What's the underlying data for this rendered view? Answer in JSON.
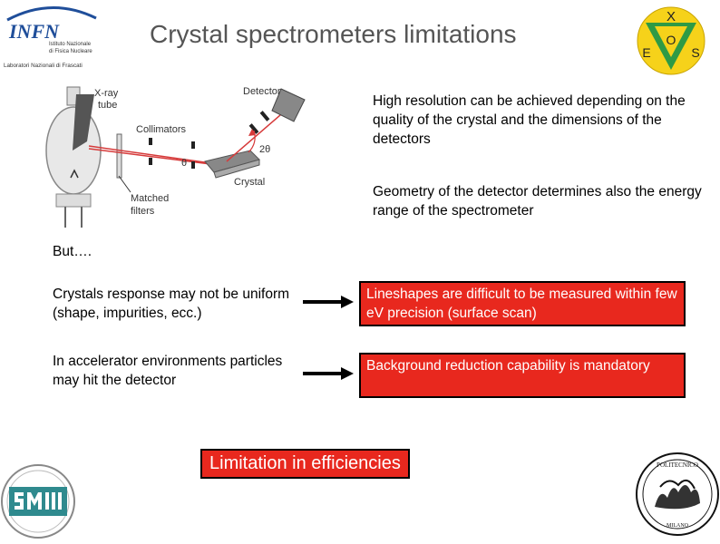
{
  "slide": {
    "title": "Crystal spectrometers limitations",
    "infn_logo": {
      "wordmark": "INFN",
      "line1": "Istituto Nazionale",
      "line2": "di Fisica Nucleare",
      "line3": "Laboratori Nazionali di Frascati"
    },
    "xeos_logo": {
      "x": "X",
      "e": "E",
      "o": "O",
      "s": "S"
    },
    "diagram": {
      "labels": {
        "xray_tube": "X-ray\ntube",
        "detector": "Detector",
        "collimators": "Collimators",
        "two_theta": "2θ",
        "theta": "θ",
        "crystal": "Crystal",
        "matched_filters": "Matched\nfilters"
      }
    },
    "text_resolution": "High resolution can be achieved depending on the quality of the crystal and the dimensions of the detectors",
    "text_geometry": "Geometry of the detector determines also the energy range of the spectrometer",
    "but": "But….",
    "row1_left": "Crystals response may not be uniform (shape, impurities, ecc.)",
    "row1_right": "Lineshapes are difficult to be measured within few eV precision (surface scan)",
    "row2_left": "In accelerator environments particles may hit the detector",
    "row2_right": "Background reduction capability is mandatory",
    "limitation": "Limitation in efficiencies",
    "colors": {
      "accent_red": "#e8281e",
      "title_gray": "#555555"
    }
  }
}
